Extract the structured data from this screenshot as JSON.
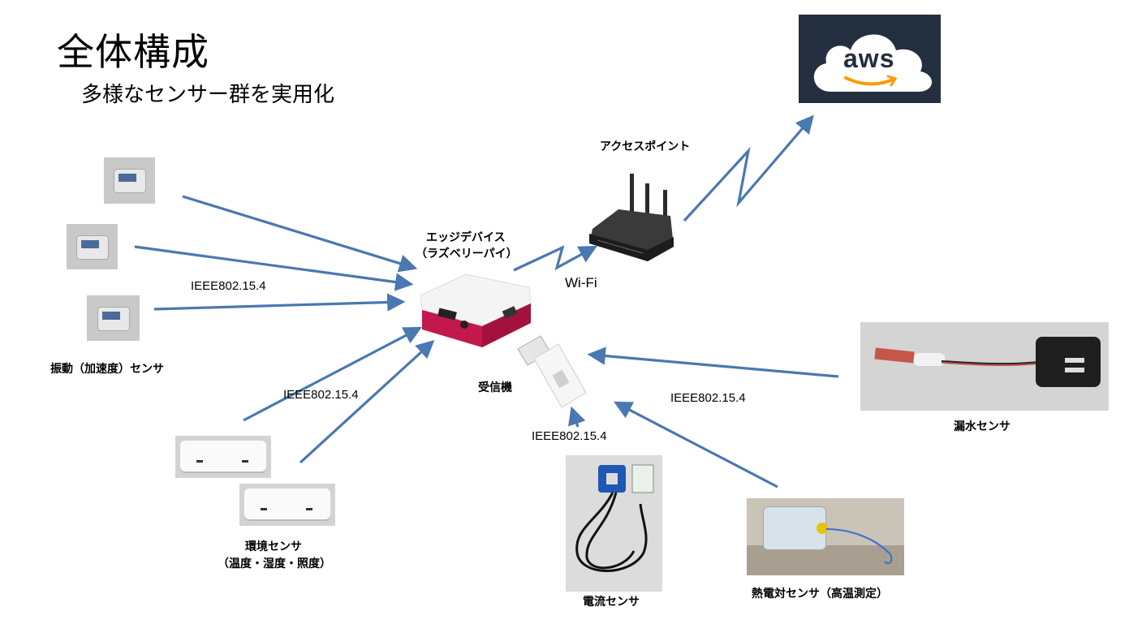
{
  "title": "全体構成",
  "subtitle": "多様なセンサー群を実用化",
  "cloud": {
    "logo_text": "aws",
    "bg_color": "#232f3e",
    "cloud_color": "#ffffff",
    "smile_color": "#ff9900"
  },
  "nodes": {
    "access_point": "アクセスポイント",
    "edge_device_line1": "エッジデバイス",
    "edge_device_line2": "（ラズベリーパイ）",
    "receiver": "受信機",
    "vibration_sensor": "振動（加速度）センサ",
    "env_sensor_line1": "環境センサ",
    "env_sensor_line2": "（温度・湿度・照度）",
    "current_sensor": "電流センサ",
    "thermocouple_sensor": "熱電対センサ（高温測定）",
    "leak_sensor": "漏水センサ"
  },
  "links": {
    "wifi": "Wi-Fi",
    "ieee_vibration": "IEEE802.15.4",
    "ieee_env": "IEEE802.15.4",
    "ieee_current": "IEEE802.15.4",
    "ieee_leak": "IEEE802.15.4"
  },
  "colors": {
    "arrow": "#4a78b0"
  }
}
